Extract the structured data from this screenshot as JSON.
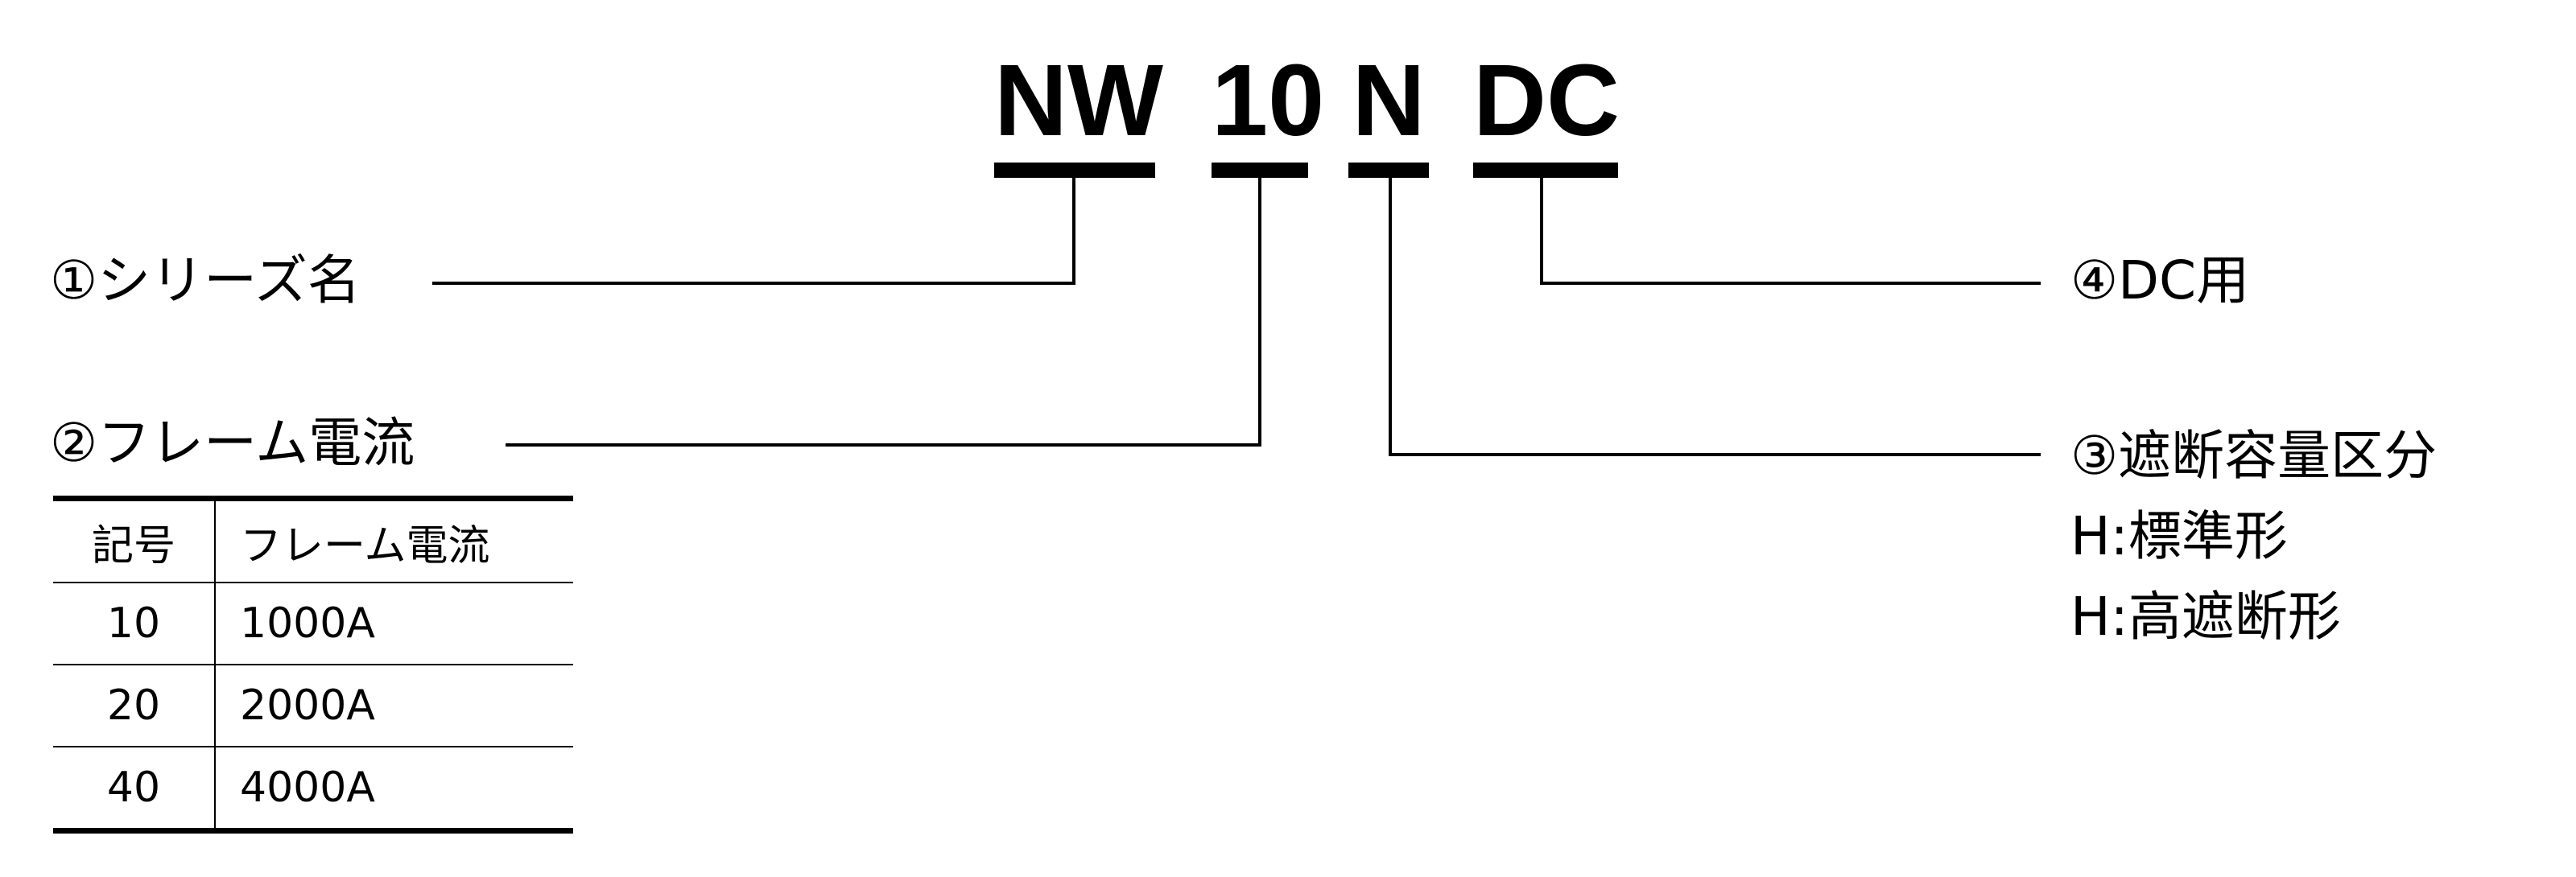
{
  "model_code": {
    "series": "NW",
    "frame": "10",
    "breaking": "N",
    "dc": "DC"
  },
  "labels": {
    "series_name": "①シリーズ名",
    "frame_current": "②フレーム電流",
    "breaking_capacity": "③遮断容量区分",
    "breaking_standard": "H:標準形",
    "breaking_high": "H:高遮断形",
    "dc_use": "④DC用"
  },
  "frame_table": {
    "headers": [
      "記号",
      "フレーム電流"
    ],
    "rows": [
      [
        "10",
        "1000A"
      ],
      [
        "20",
        "2000A"
      ],
      [
        "40",
        "4000A"
      ]
    ]
  }
}
